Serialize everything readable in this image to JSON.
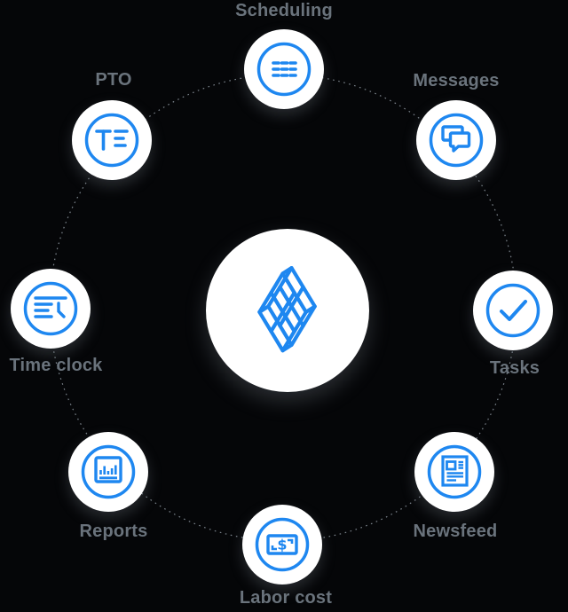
{
  "colors": {
    "background": "#050608",
    "accent_blue": "#1e87f0",
    "label_gray": "#6a737c",
    "circle_white": "#ffffff",
    "ring_dots": "#7d858d"
  },
  "diagram": {
    "center": {
      "icon": "sling-logo",
      "logo_color": "#1e87f0"
    },
    "ring_style": "dotted-circle",
    "features": [
      {
        "id": "scheduling",
        "label": "Scheduling",
        "icon": "schedule-grid-icon",
        "label_position": "above"
      },
      {
        "id": "pto",
        "label": "PTO",
        "icon": "pto-list-icon",
        "label_position": "above"
      },
      {
        "id": "messages",
        "label": "Messages",
        "icon": "chat-bubbles-icon",
        "label_position": "above"
      },
      {
        "id": "timeclock",
        "label": "Time clock",
        "icon": "time-clock-icon",
        "label_position": "below"
      },
      {
        "id": "tasks",
        "label": "Tasks",
        "icon": "checkmark-icon",
        "label_position": "below"
      },
      {
        "id": "reports",
        "label": "Reports",
        "icon": "bar-chart-icon",
        "label_position": "below"
      },
      {
        "id": "newsfeed",
        "label": "Newsfeed",
        "icon": "newspaper-icon",
        "label_position": "below"
      },
      {
        "id": "laborcost",
        "label": "Labor cost",
        "icon": "money-bill-icon",
        "label_position": "below"
      }
    ]
  }
}
